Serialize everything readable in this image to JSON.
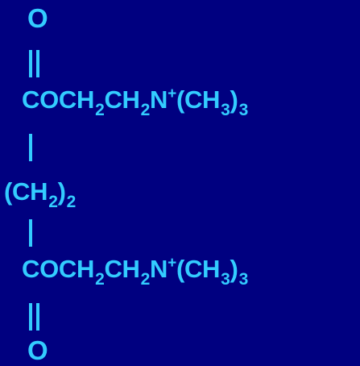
{
  "formula": {
    "top_oxygen": "O",
    "bottom_oxygen": "O",
    "ester_group": {
      "lead": "COCH",
      "sub1": "2",
      "mid1": "CH",
      "sub2": "2",
      "mid2": "N",
      "charge": "+",
      "mid3": "(CH",
      "sub3": "3",
      "close": ")",
      "sub4": "3"
    },
    "linker": {
      "lead": "(CH",
      "sub1": "2",
      "close": ")",
      "sub2": "2"
    }
  },
  "colors": {
    "background": "#000080",
    "text": "#33ccff"
  }
}
